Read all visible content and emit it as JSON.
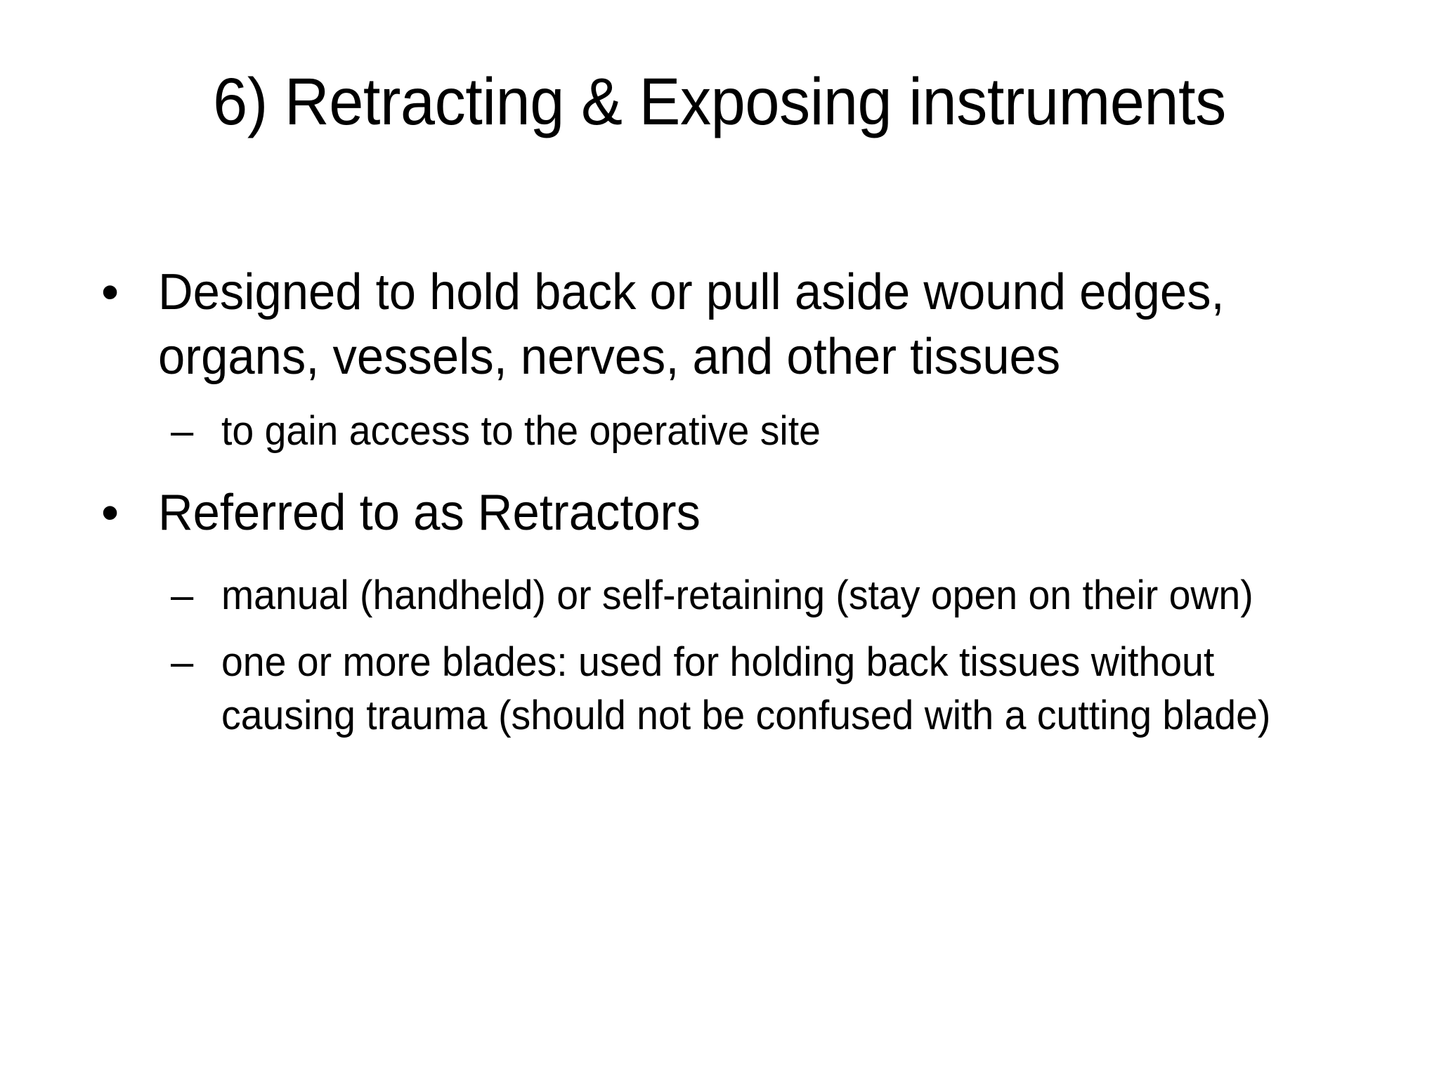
{
  "slide": {
    "background_color": "#FFFFFF",
    "text_color": "#000000",
    "title": "6) Retracting & Exposing instruments",
    "bullet_marker_level1": "•",
    "bullet_marker_level2": "–",
    "content": [
      {
        "level": 1,
        "marker": "•",
        "text": "Designed to hold back or pull aside wound edges, organs, vessels, nerves, and other tissues"
      },
      {
        "level": 2,
        "marker": "–",
        "text": "to gain access to the operative site"
      },
      {
        "level": 1,
        "marker": "•",
        "text": "Referred to as Retractors"
      },
      {
        "level": 2,
        "marker": "–",
        "text": "manual (handheld) or self-retaining (stay open on their own)"
      },
      {
        "level": 2,
        "marker": "–",
        "text": "one or more blades: used for holding back tissues without causing trauma (should not be confused with a cutting blade)"
      }
    ]
  }
}
